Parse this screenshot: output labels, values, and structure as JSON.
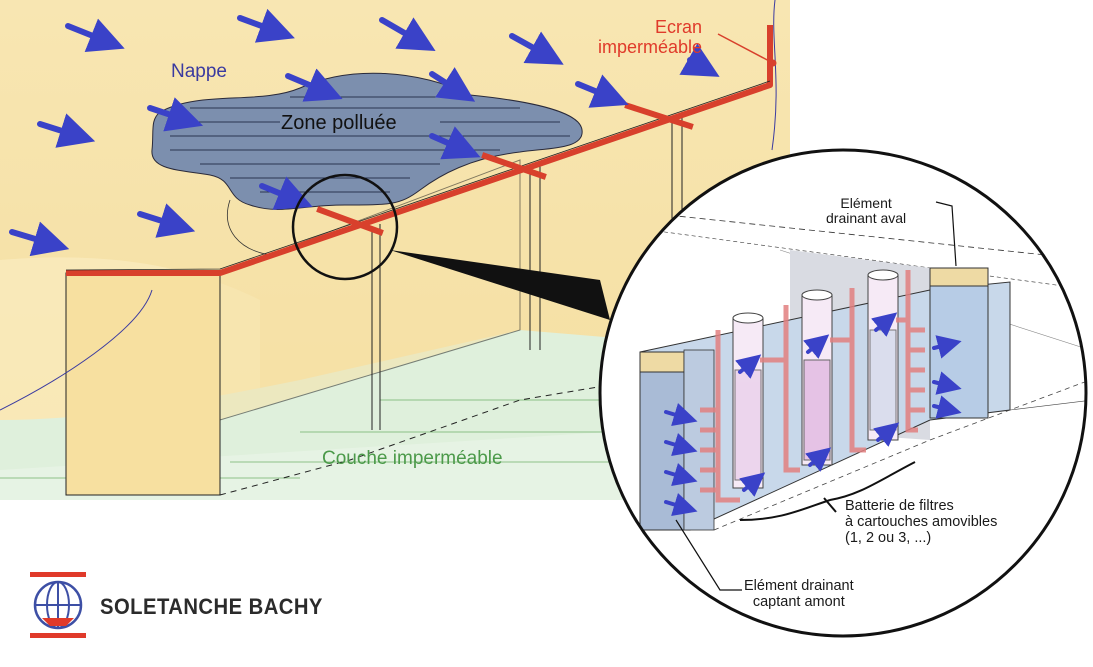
{
  "labels": {
    "nappe": "Nappe",
    "zone_polluee": "Zone polluée",
    "ecran_line1": "Ecran",
    "ecran_line2": "imperméable",
    "couche": "Couche imperméable",
    "aval_line1": "Elément",
    "aval_line2": "drainant aval",
    "batterie_line1": "Batterie de filtres",
    "batterie_line2": "à cartouches amovibles",
    "batterie_line3": "(1, 2 ou 3, ...)",
    "amont_line1": "Elément drainant",
    "amont_line2": "captant amont"
  },
  "logo": {
    "brand": "SOLETANCHE BACHY"
  },
  "icons": {
    "flow_arrow": "flow-arrow-icon",
    "logo_mark": "globe-logo-icon"
  },
  "colors": {
    "ground": "#f6e2a8",
    "ground_light": "#fbf0c8",
    "aquifer_green": "#dff0dc",
    "pollution": "#7c8fae",
    "flow_arrows": "#3a42c8",
    "screen_red": "#d8402c",
    "label_red": "#e03a2a",
    "label_green": "#4c9a4a",
    "label_blue": "#3a3aa0",
    "brand_dark": "#2b2b2b"
  }
}
